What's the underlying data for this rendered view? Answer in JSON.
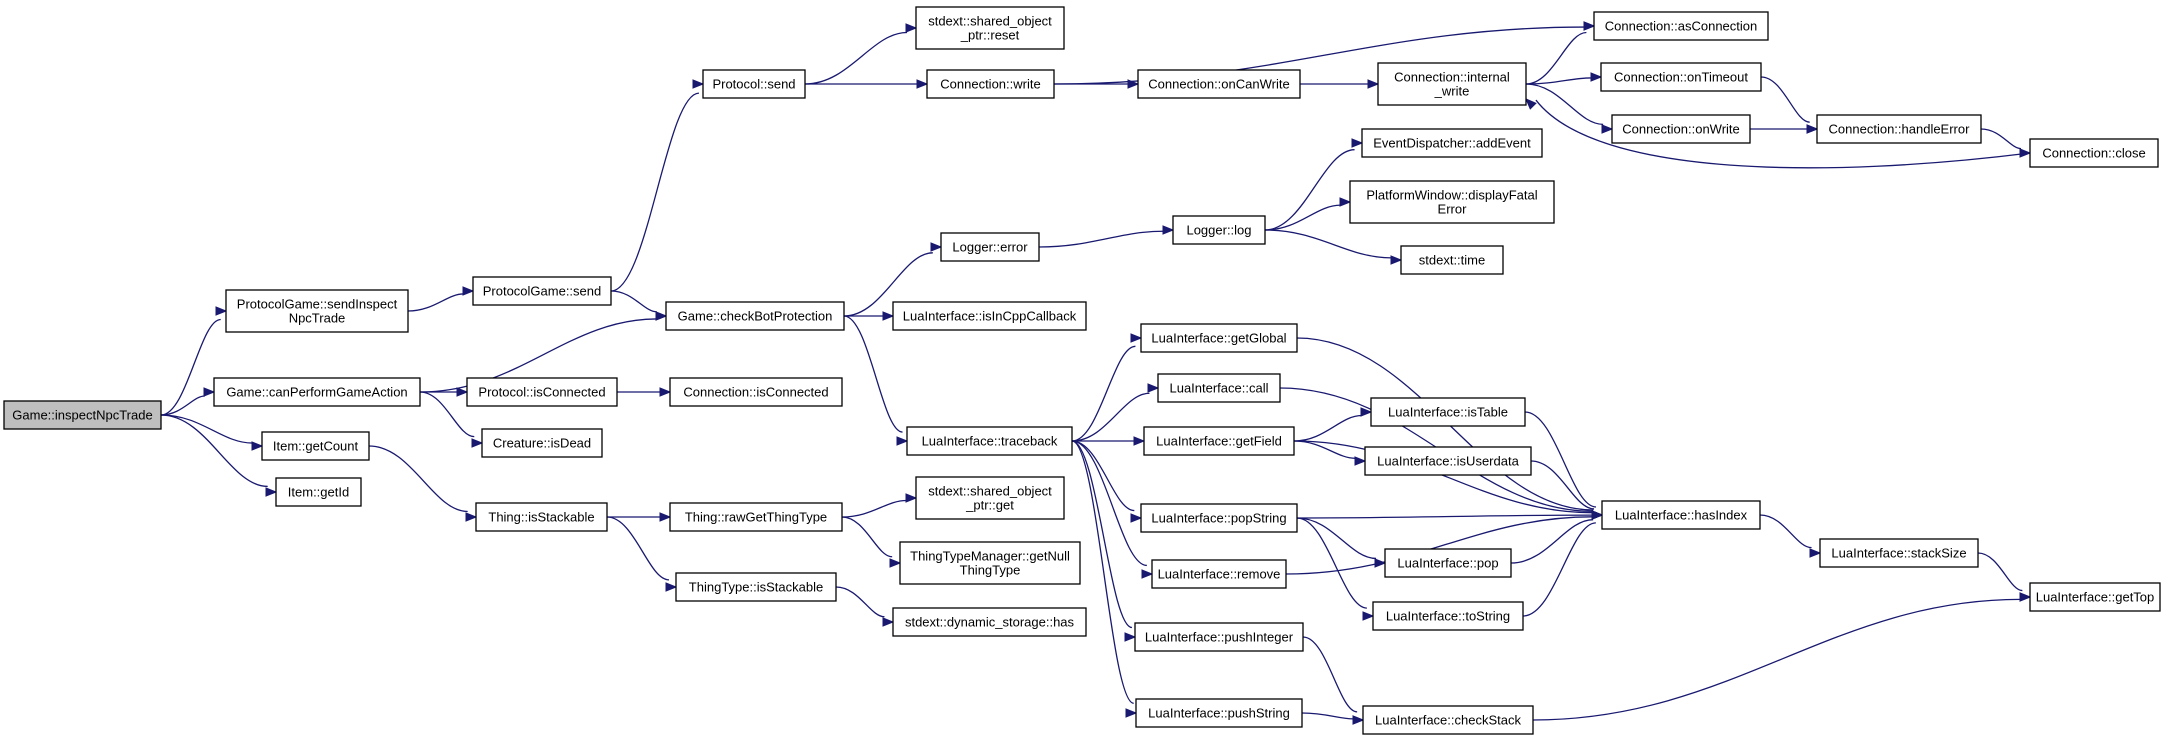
{
  "graph": {
    "nodes": [
      {
        "id": "inspectNpcTrade",
        "lines": [
          "Game::inspectNpcTrade"
        ],
        "root": true
      },
      {
        "id": "sendInspectNpcTrade",
        "lines": [
          "ProtocolGame::sendInspect",
          "NpcTrade"
        ]
      },
      {
        "id": "canPerformGameAction",
        "lines": [
          "Game::canPerformGameAction"
        ]
      },
      {
        "id": "itemGetCount",
        "lines": [
          "Item::getCount"
        ]
      },
      {
        "id": "itemGetId",
        "lines": [
          "Item::getId"
        ]
      },
      {
        "id": "protocolGameSend",
        "lines": [
          "ProtocolGame::send"
        ]
      },
      {
        "id": "protocolIsConnected",
        "lines": [
          "Protocol::isConnected"
        ]
      },
      {
        "id": "creatureIsDead",
        "lines": [
          "Creature::isDead"
        ]
      },
      {
        "id": "thingIsStackable",
        "lines": [
          "Thing::isStackable"
        ]
      },
      {
        "id": "protocolSend",
        "lines": [
          "Protocol::send"
        ]
      },
      {
        "id": "checkBotProtection",
        "lines": [
          "Game::checkBotProtection"
        ]
      },
      {
        "id": "connectionIsConnected",
        "lines": [
          "Connection::isConnected"
        ]
      },
      {
        "id": "rawGetThingType",
        "lines": [
          "Thing::rawGetThingType"
        ]
      },
      {
        "id": "thingTypeIsStackable",
        "lines": [
          "ThingType::isStackable"
        ]
      },
      {
        "id": "sharedObjReset",
        "lines": [
          "stdext::shared_object",
          "_ptr::reset"
        ]
      },
      {
        "id": "connectionWrite",
        "lines": [
          "Connection::write"
        ]
      },
      {
        "id": "loggerError",
        "lines": [
          "Logger::error"
        ]
      },
      {
        "id": "isInCppCallback",
        "lines": [
          "LuaInterface::isInCppCallback"
        ]
      },
      {
        "id": "traceback",
        "lines": [
          "LuaInterface::traceback"
        ]
      },
      {
        "id": "sharedObjGet",
        "lines": [
          "stdext::shared_object",
          "_ptr::get"
        ]
      },
      {
        "id": "getNullThingType",
        "lines": [
          "ThingTypeManager::getNull",
          "ThingType"
        ]
      },
      {
        "id": "dynStorageHas",
        "lines": [
          "stdext::dynamic_storage::has"
        ]
      },
      {
        "id": "onCanWrite",
        "lines": [
          "Connection::onCanWrite"
        ]
      },
      {
        "id": "loggerLog",
        "lines": [
          "Logger::log"
        ]
      },
      {
        "id": "getGlobal",
        "lines": [
          "LuaInterface::getGlobal"
        ]
      },
      {
        "id": "luaCall",
        "lines": [
          "LuaInterface::call"
        ]
      },
      {
        "id": "getField",
        "lines": [
          "LuaInterface::getField"
        ]
      },
      {
        "id": "popString",
        "lines": [
          "LuaInterface::popString"
        ]
      },
      {
        "id": "luaRemove",
        "lines": [
          "LuaInterface::remove"
        ]
      },
      {
        "id": "pushInteger",
        "lines": [
          "LuaInterface::pushInteger"
        ]
      },
      {
        "id": "pushString",
        "lines": [
          "LuaInterface::pushString"
        ]
      },
      {
        "id": "internalWrite",
        "lines": [
          "Connection::internal",
          "_write"
        ]
      },
      {
        "id": "addEvent",
        "lines": [
          "EventDispatcher::addEvent"
        ]
      },
      {
        "id": "displayFatalError",
        "lines": [
          "PlatformWindow::displayFatal",
          "Error"
        ]
      },
      {
        "id": "stdextTime",
        "lines": [
          "stdext::time"
        ]
      },
      {
        "id": "isTable",
        "lines": [
          "LuaInterface::isTable"
        ]
      },
      {
        "id": "isUserdata",
        "lines": [
          "LuaInterface::isUserdata"
        ]
      },
      {
        "id": "luaPop",
        "lines": [
          "LuaInterface::pop"
        ]
      },
      {
        "id": "luaToString",
        "lines": [
          "LuaInterface::toString"
        ]
      },
      {
        "id": "checkStack",
        "lines": [
          "LuaInterface::checkStack"
        ]
      },
      {
        "id": "asConnection",
        "lines": [
          "Connection::asConnection"
        ]
      },
      {
        "id": "onTimeout",
        "lines": [
          "Connection::onTimeout"
        ]
      },
      {
        "id": "onWrite",
        "lines": [
          "Connection::onWrite"
        ]
      },
      {
        "id": "hasIndex",
        "lines": [
          "LuaInterface::hasIndex"
        ]
      },
      {
        "id": "handleError",
        "lines": [
          "Connection::handleError"
        ]
      },
      {
        "id": "stackSize",
        "lines": [
          "LuaInterface::stackSize"
        ]
      },
      {
        "id": "connectionClose",
        "lines": [
          "Connection::close"
        ]
      },
      {
        "id": "getTop",
        "lines": [
          "LuaInterface::getTop"
        ]
      }
    ],
    "edges": [
      [
        "inspectNpcTrade",
        "sendInspectNpcTrade"
      ],
      [
        "inspectNpcTrade",
        "canPerformGameAction"
      ],
      [
        "inspectNpcTrade",
        "itemGetCount"
      ],
      [
        "inspectNpcTrade",
        "itemGetId"
      ],
      [
        "sendInspectNpcTrade",
        "protocolGameSend"
      ],
      [
        "protocolGameSend",
        "protocolSend"
      ],
      [
        "protocolGameSend",
        "checkBotProtection"
      ],
      [
        "protocolSend",
        "sharedObjReset"
      ],
      [
        "protocolSend",
        "connectionWrite"
      ],
      [
        "connectionWrite",
        "asConnection"
      ],
      [
        "connectionWrite",
        "onCanWrite"
      ],
      [
        "onCanWrite",
        "internalWrite"
      ],
      [
        "internalWrite",
        "asConnection"
      ],
      [
        "internalWrite",
        "onTimeout"
      ],
      [
        "internalWrite",
        "onWrite"
      ],
      [
        "onTimeout",
        "handleError"
      ],
      [
        "onWrite",
        "handleError"
      ],
      [
        "handleError",
        "connectionClose"
      ],
      [
        "connectionClose",
        "internalWrite"
      ],
      [
        "canPerformGameAction",
        "checkBotProtection"
      ],
      [
        "canPerformGameAction",
        "protocolIsConnected"
      ],
      [
        "canPerformGameAction",
        "creatureIsDead"
      ],
      [
        "protocolIsConnected",
        "connectionIsConnected"
      ],
      [
        "checkBotProtection",
        "loggerError"
      ],
      [
        "checkBotProtection",
        "isInCppCallback"
      ],
      [
        "checkBotProtection",
        "traceback"
      ],
      [
        "loggerError",
        "loggerLog"
      ],
      [
        "loggerLog",
        "addEvent"
      ],
      [
        "loggerLog",
        "displayFatalError"
      ],
      [
        "loggerLog",
        "stdextTime"
      ],
      [
        "traceback",
        "getGlobal"
      ],
      [
        "traceback",
        "luaCall"
      ],
      [
        "traceback",
        "getField"
      ],
      [
        "traceback",
        "popString"
      ],
      [
        "traceback",
        "luaRemove"
      ],
      [
        "traceback",
        "pushInteger"
      ],
      [
        "traceback",
        "pushString"
      ],
      [
        "getGlobal",
        "hasIndex"
      ],
      [
        "luaCall",
        "hasIndex"
      ],
      [
        "getField",
        "isTable"
      ],
      [
        "getField",
        "isUserdata"
      ],
      [
        "getField",
        "hasIndex"
      ],
      [
        "isTable",
        "hasIndex"
      ],
      [
        "isUserdata",
        "hasIndex"
      ],
      [
        "popString",
        "hasIndex"
      ],
      [
        "popString",
        "luaPop"
      ],
      [
        "popString",
        "luaToString"
      ],
      [
        "luaPop",
        "hasIndex"
      ],
      [
        "luaToString",
        "hasIndex"
      ],
      [
        "luaRemove",
        "hasIndex"
      ],
      [
        "pushInteger",
        "checkStack"
      ],
      [
        "pushString",
        "checkStack"
      ],
      [
        "checkStack",
        "getTop"
      ],
      [
        "hasIndex",
        "stackSize"
      ],
      [
        "stackSize",
        "getTop"
      ],
      [
        "itemGetCount",
        "thingIsStackable"
      ],
      [
        "thingIsStackable",
        "rawGetThingType"
      ],
      [
        "thingIsStackable",
        "thingTypeIsStackable"
      ],
      [
        "rawGetThingType",
        "sharedObjGet"
      ],
      [
        "rawGetThingType",
        "getNullThingType"
      ],
      [
        "thingTypeIsStackable",
        "dynStorageHas"
      ]
    ]
  }
}
